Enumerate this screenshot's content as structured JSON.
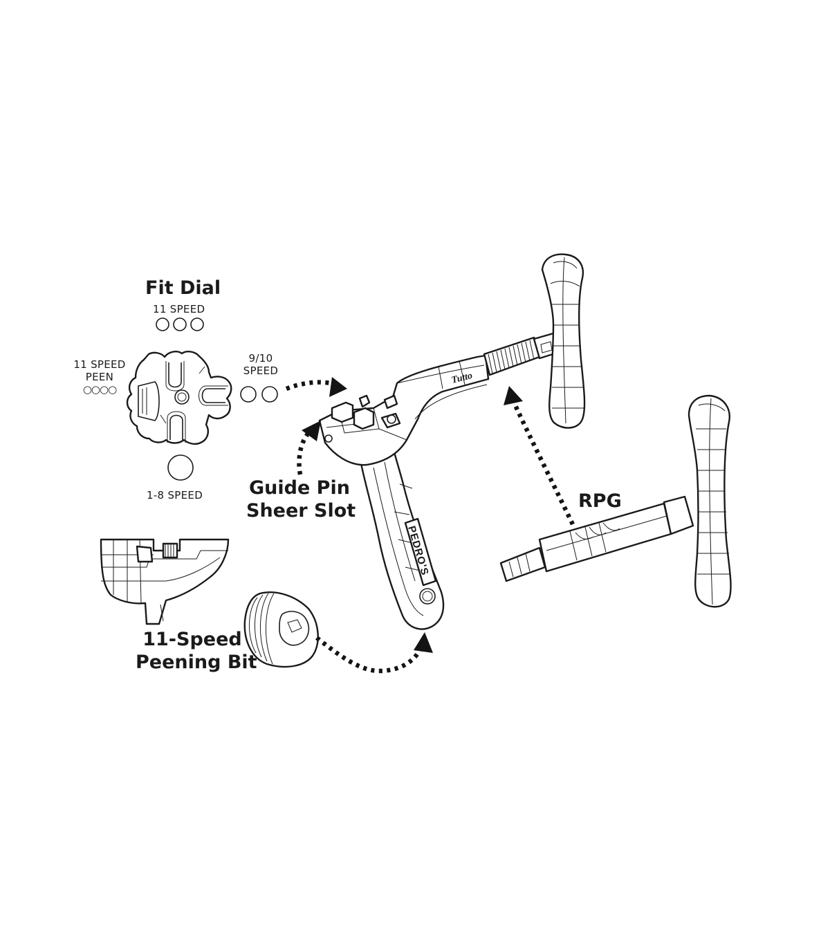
{
  "labels": {
    "fit_dial": "Fit Dial",
    "speed_11": "11 SPEED",
    "speed_11_peen_line1": "11 SPEED",
    "speed_11_peen_line2": "PEEN",
    "speed_11_peen_circles": "○○○○",
    "speed_9_10_line1": "9/10",
    "speed_9_10_line2": "SPEED",
    "speed_1_8": "1-8 SPEED",
    "guide_pin_line1": "Guide Pin",
    "guide_pin_line2": "Sheer Slot",
    "rpg": "RPG",
    "peening_bit_line1": "11-Speed",
    "peening_bit_line2": "Peening Bit"
  },
  "logos": {
    "tutto": "Tutto",
    "brand": "PEDRO'S"
  }
}
